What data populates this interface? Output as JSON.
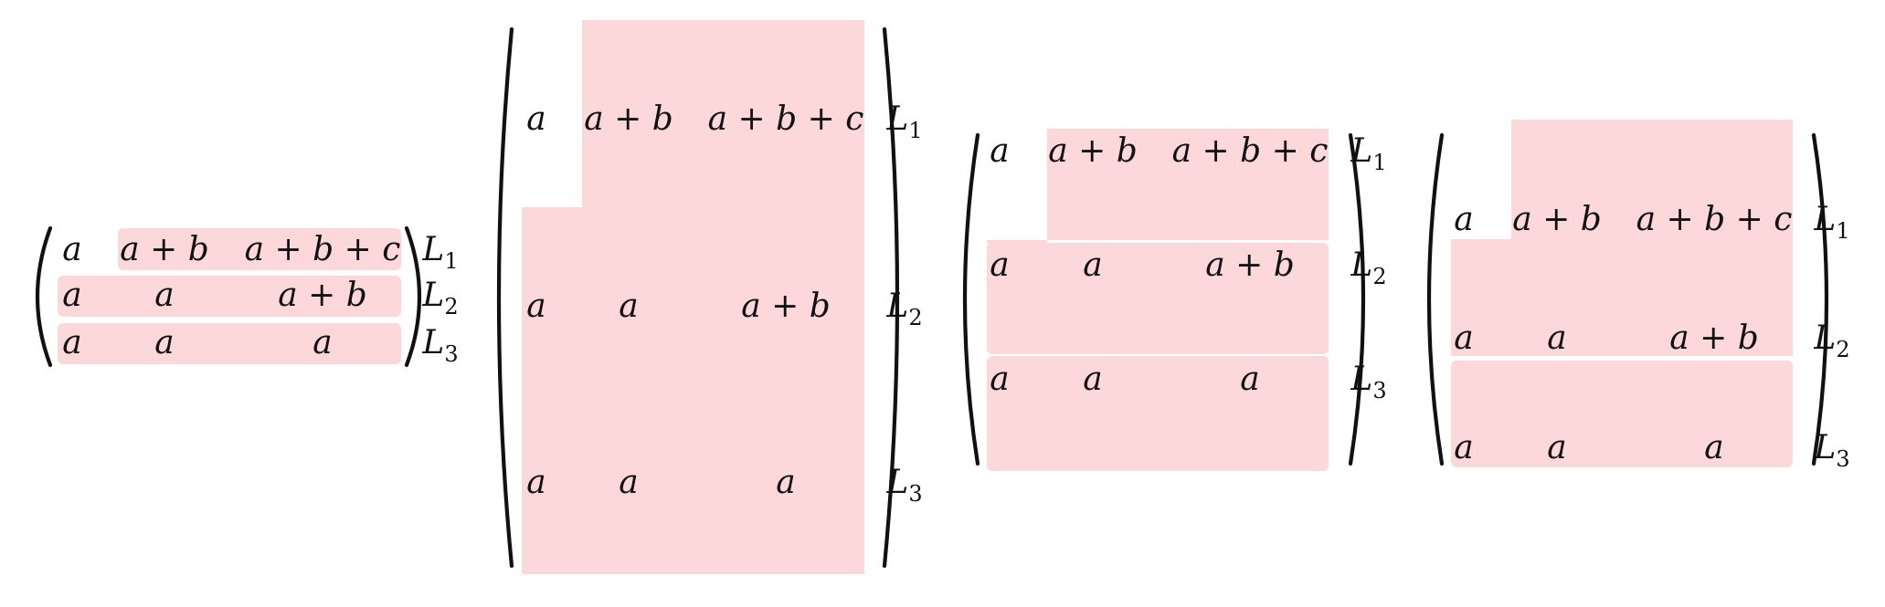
{
  "highlight_color": "#fdd8da",
  "rows": [
    [
      "a",
      "a + b",
      "a + b + c"
    ],
    [
      "a",
      "a",
      "a + b"
    ],
    [
      "a",
      "a",
      "a"
    ]
  ],
  "row_labels": [
    {
      "base": "L",
      "sub": "1"
    },
    {
      "base": "L",
      "sub": "2"
    },
    {
      "base": "L",
      "sub": "3"
    }
  ]
}
